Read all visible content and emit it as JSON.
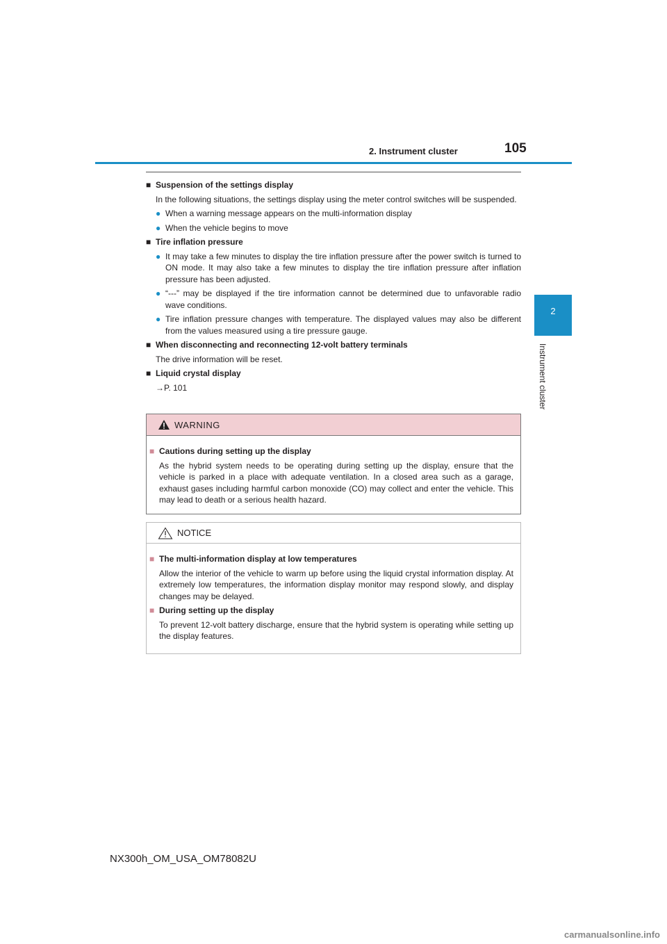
{
  "header": {
    "section_title": "2. Instrument cluster",
    "page_number": "105"
  },
  "side_tab": {
    "chapter_number": "2",
    "chapter_label": "Instrument cluster"
  },
  "sections": {
    "suspension": {
      "heading": "Suspension of the settings display",
      "text": "In the following situations, the settings display using the meter control switches will be suspended.",
      "bullets": [
        "When a warning message appears on the multi-information display",
        "When the vehicle begins to move"
      ]
    },
    "tire": {
      "heading": "Tire inflation pressure",
      "bullets": [
        "It may take a few minutes to display the tire inflation pressure after the power switch is turned to ON mode. It may also take a few minutes to display the tire inflation pressure after inflation pressure has been adjusted.",
        "“---” may be displayed if the tire information cannot be determined due to unfavorable radio wave conditions.",
        "Tire inflation pressure changes with temperature. The displayed values may also be different from the values measured using a tire pressure gauge."
      ]
    },
    "battery": {
      "heading": "When disconnecting and reconnecting 12-volt battery terminals",
      "text": "The drive information will be reset."
    },
    "lcd": {
      "heading": "Liquid crystal display",
      "reference": "→P. 101"
    }
  },
  "warning": {
    "title": "WARNING",
    "heading": "Cautions during setting up the display",
    "text": "As the hybrid system needs to be operating during setting up the display, ensure that the vehicle is parked in a place with adequate ventilation. In a closed area such as a garage, exhaust gases including harmful carbon monoxide (CO) may collect and enter the vehicle. This may lead to death or a serious health hazard."
  },
  "notice": {
    "title": "NOTICE",
    "items": [
      {
        "heading": "The multi-information display at low temperatures",
        "text": "Allow the interior of the vehicle to warm up before using the liquid crystal information display. At extremely low temperatures, the information display monitor may respond slowly, and display changes may be delayed."
      },
      {
        "heading": "During setting up the display",
        "text": "To prevent 12-volt battery discharge, ensure that the hybrid system is operating while setting up the display features."
      }
    ]
  },
  "footer": {
    "doc_code": "NX300h_OM_USA_OM78082U"
  },
  "watermark": "carmanualsonline.info",
  "colors": {
    "accent": "#1a8fc6",
    "warning_bg": "#f2cfd3",
    "notice_square": "#d08b97"
  },
  "icons": {
    "square_bullet": "■",
    "round_bullet": "●",
    "warning_icon": "warning-triangle-filled",
    "notice_icon": "warning-triangle-outline"
  }
}
